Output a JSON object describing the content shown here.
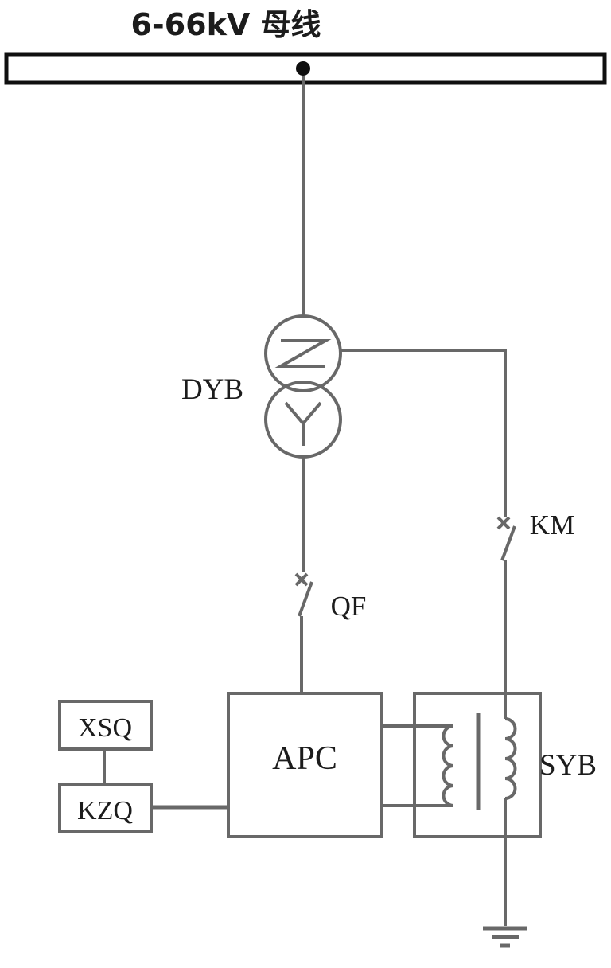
{
  "title": "6-66kV 母线",
  "labels": {
    "transformer": "DYB",
    "grounding_switch": "KM",
    "circuit_breaker": "QF",
    "apc_controller": "APC",
    "arc_suppression_coil": "SYB",
    "display_unit": "XSQ",
    "control_unit": "KZQ"
  },
  "colors": {
    "line": "#686868",
    "busbar": "#0f0f0f",
    "text": "#1c1c1c",
    "background": "#ffffff"
  }
}
